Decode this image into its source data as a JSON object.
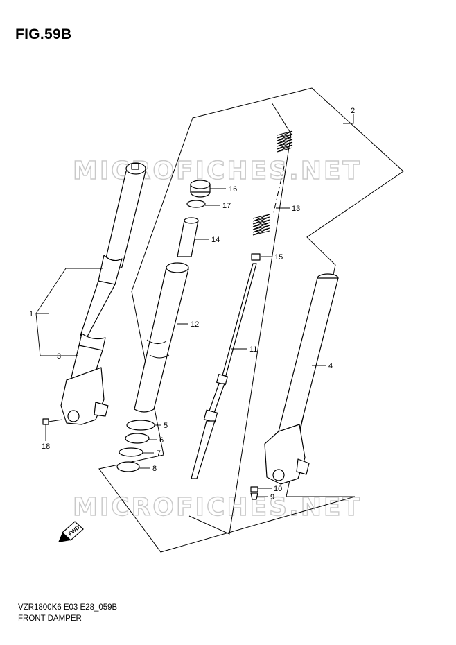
{
  "figure": {
    "title": "FIG.59B"
  },
  "watermark": {
    "text": "MICROFICHES.NET"
  },
  "captions": {
    "model_code": "VZR1800K6 E03 E28_059B",
    "group_name": "FRONT DAMPER"
  },
  "direction_marker": {
    "label": "FWD",
    "icon": "fwd-arrow-icon"
  },
  "callouts": [
    {
      "id": "1",
      "label": "1"
    },
    {
      "id": "2",
      "label": "2"
    },
    {
      "id": "3",
      "label": "3"
    },
    {
      "id": "4",
      "label": "4"
    },
    {
      "id": "5",
      "label": "5"
    },
    {
      "id": "6",
      "label": "6"
    },
    {
      "id": "7",
      "label": "7"
    },
    {
      "id": "8",
      "label": "8"
    },
    {
      "id": "9",
      "label": "9"
    },
    {
      "id": "10",
      "label": "10"
    },
    {
      "id": "11",
      "label": "11"
    },
    {
      "id": "12",
      "label": "12"
    },
    {
      "id": "13",
      "label": "13"
    },
    {
      "id": "14",
      "label": "14"
    },
    {
      "id": "15",
      "label": "15"
    },
    {
      "id": "16",
      "label": "16"
    },
    {
      "id": "17",
      "label": "17"
    },
    {
      "id": "18",
      "label": "18"
    }
  ]
}
